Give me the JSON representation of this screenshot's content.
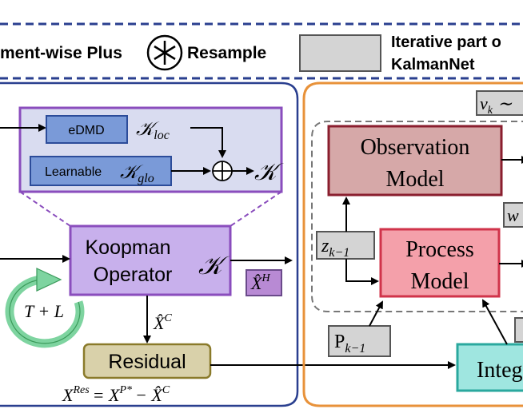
{
  "legend": {
    "elementwise_plus": "ment-wise Plus",
    "resample": "Resample",
    "iterative_line1": "Iterative part o",
    "iterative_line2": "KalmanNet"
  },
  "koopman_panel": {
    "edmd_label": "eDMD",
    "k_loc_symbol": "𝒦",
    "k_loc_sub": "loc",
    "learnable_label": "Learnable",
    "k_glo_symbol": "𝒦",
    "k_glo_sub": "glo",
    "plus_symbol": "⊕",
    "k_result": "𝒦",
    "operator_line1": "Koopman",
    "operator_line2": "Operator",
    "operator_k": "𝒦",
    "xh_label": "X̂",
    "xh_sup": "H",
    "loop_label": "T + L",
    "xc_label": "X̂",
    "xc_sup": "C",
    "residual_label": "Residual",
    "formula_lhs": "X",
    "formula_lhs_sup": "Res",
    "formula_eq": "= X",
    "formula_mid_sup": "P*",
    "formula_minus": "− X̂",
    "formula_rhs_sup": "C"
  },
  "kalman_panel": {
    "vk_label": "v",
    "vk_sub": "k",
    "vk_tilde": "∼",
    "observation_line1": "Observation",
    "observation_line2": "Model",
    "process_line1": "Process",
    "process_line2": "Model",
    "z_label": "z",
    "z_sub": "k−1",
    "w_label": "w",
    "p_label": "P",
    "p_sub": "k−1",
    "integ_label": "Integ"
  },
  "colors": {
    "dashed_border": "#2a3f8f",
    "left_panel_border": "#2a3f8f",
    "right_panel_border": "#e8923a",
    "koopman_panel_fill": "#d9dcf0",
    "koopman_panel_border": "#8a4dbd",
    "blue_box_fill": "#7a9ad8",
    "blue_box_border": "#2c4c9a",
    "operator_fill": "#c8b0ec",
    "operator_border": "#8a4dbd",
    "residual_fill": "#d9d1aa",
    "residual_border": "#8a7a2a",
    "observation_fill": "#d6a8a8",
    "observation_border": "#8a1e2e",
    "process_fill": "#f4a0aa",
    "process_border": "#d0334a",
    "integ_fill": "#9fe6e0",
    "integ_border": "#2aa89e",
    "gray_box_fill": "#d4d4d4",
    "loop_arrow": "#7ed4a0"
  }
}
